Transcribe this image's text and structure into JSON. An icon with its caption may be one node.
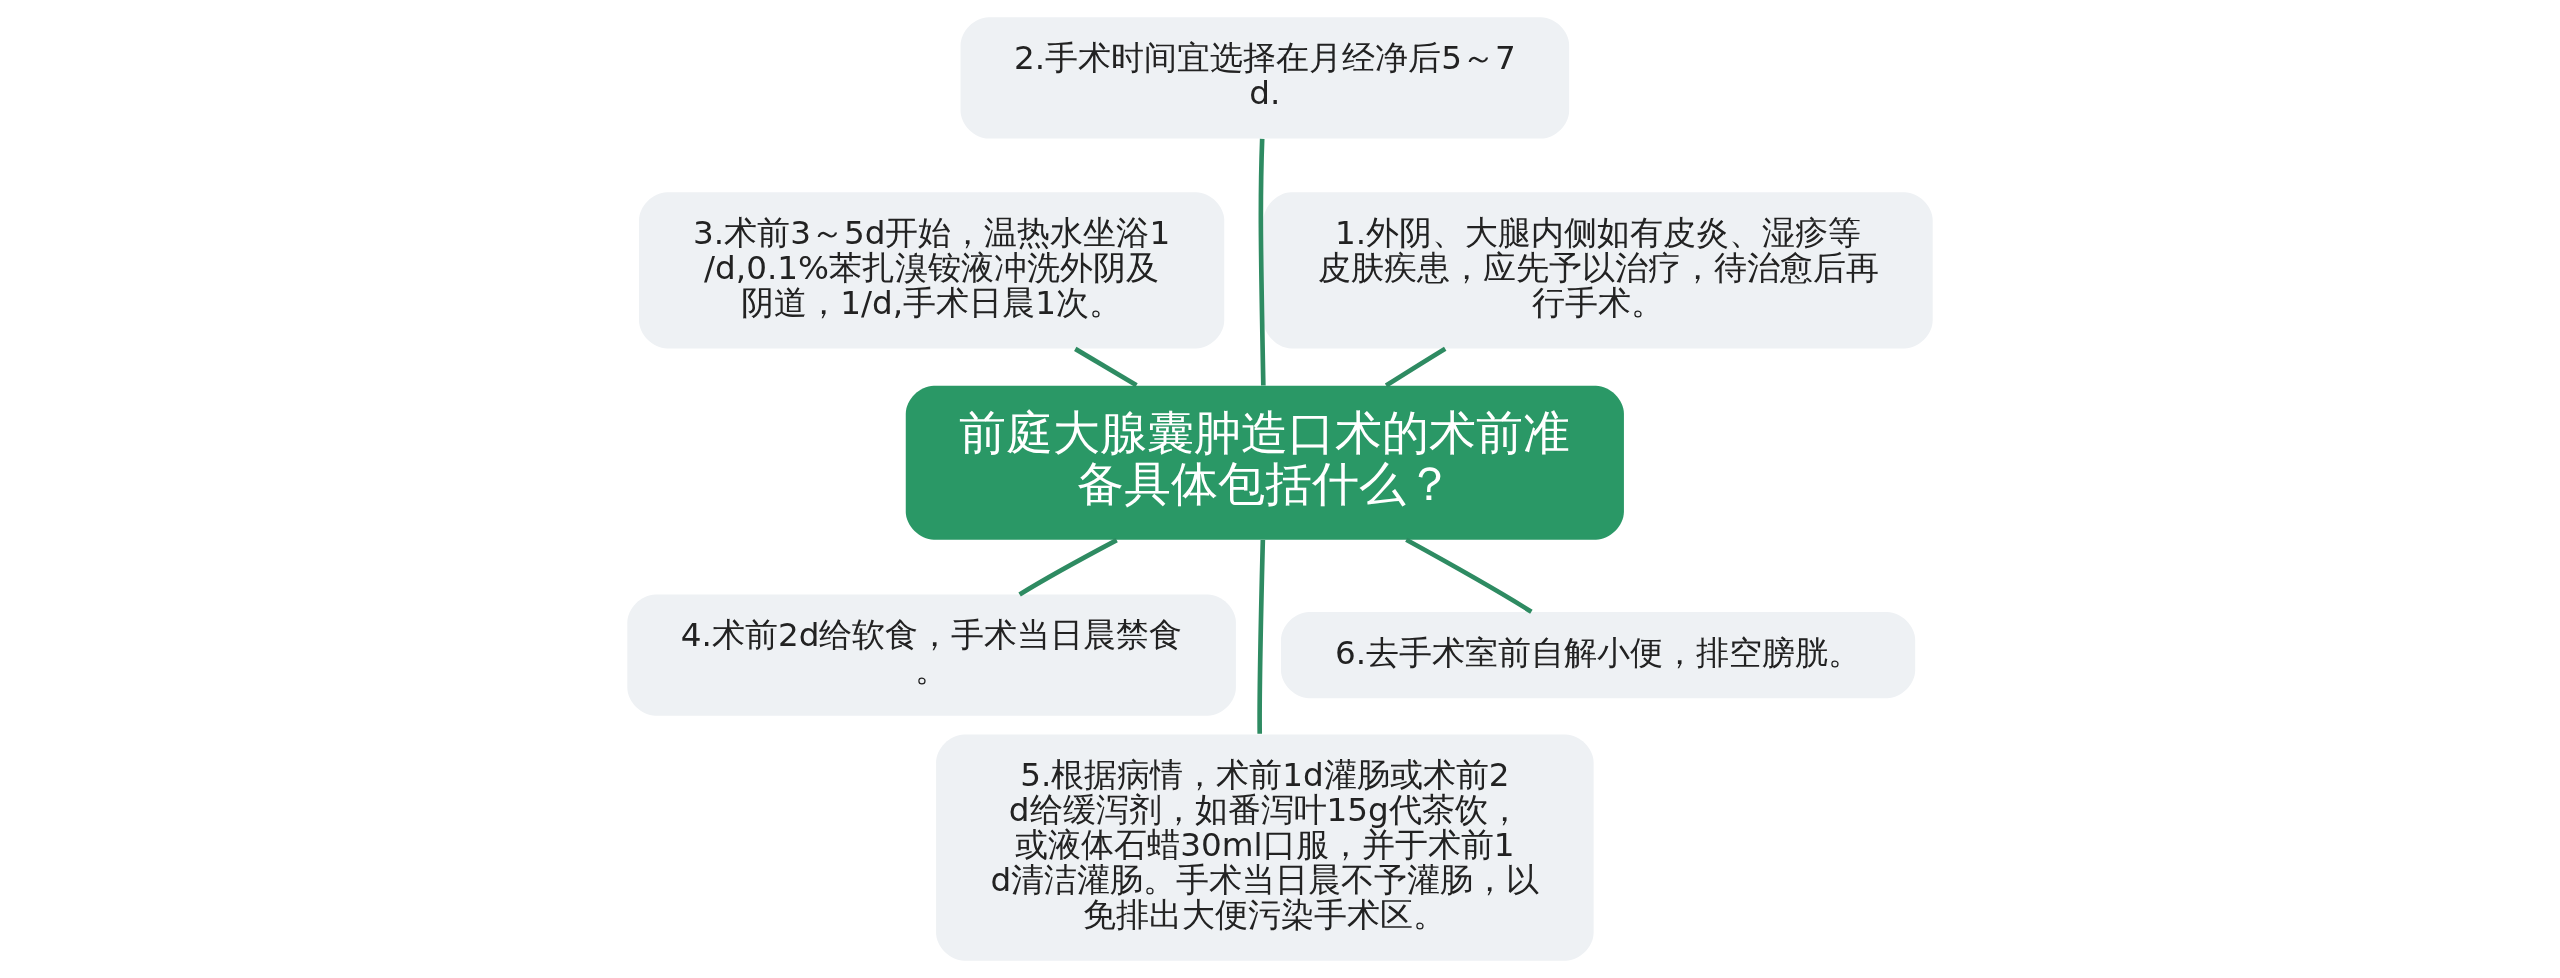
{
  "diagram": {
    "nodes": [
      {
        "text": [
          "前庭大腺囊肿造口术的术前准备具体包括什么？"
        ]
      },
      {
        "text": [
          "1.外阴、大腿内侧如有皮炎、湿疹等皮肤疾患，应先予以治疗，待治愈后再行手术。"
        ]
      },
      {
        "text": [
          "2.手术时间宜选择在月经净后5～7d."
        ]
      },
      {
        "text": [
          "3.术前3～5d开始，温热水坐浴1/d,0.1%苯扎溴铵液冲洗外阴及阴道，1/d,手术日晨1次。"
        ]
      },
      {
        "text": [
          "4.术前2d给软食，手术当日晨禁食。"
        ]
      },
      {
        "text": [
          "5.根据病情，术前1d灌肠或术前2d给缓泻剂，如番泻叶15g代茶饮，或液体石蜡30ml口服，并于术前1d清洁灌肠。手术当日晨不予灌肠，以免排出大便污染手术区。"
        ]
      },
      {
        "text": [
          "6.去手术室前自解小便，排空膀胱。"
        ]
      }
    ],
    "edges": [
      {
        "from": 0,
        "to": 1,
        "arrow": "none"
      },
      {
        "from": 0,
        "to": 2,
        "arrow": "none"
      },
      {
        "from": 0,
        "to": 3,
        "arrow": "none"
      },
      {
        "from": 0,
        "to": 4,
        "arrow": "none"
      },
      {
        "from": 0,
        "to": 5,
        "arrow": "none"
      },
      {
        "from": 0,
        "to": 6,
        "arrow": "none"
      }
    ]
  }
}
